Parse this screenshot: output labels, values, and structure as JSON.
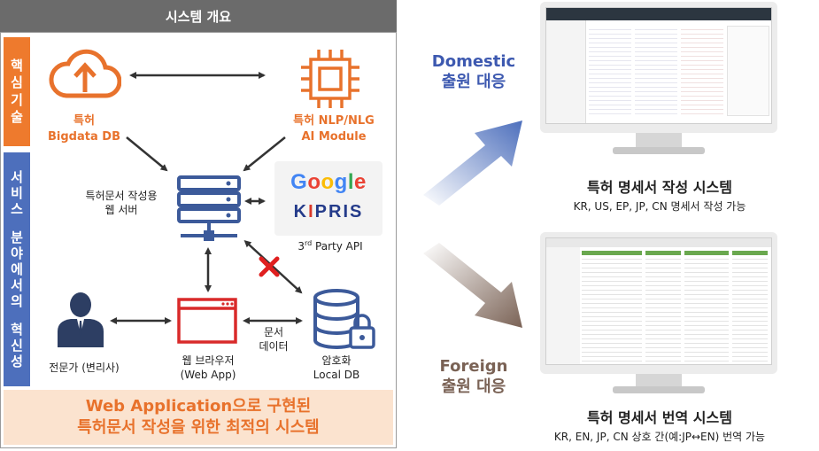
{
  "header": {
    "title": "시스템 개요"
  },
  "sidebar_top": {
    "chars": [
      "핵",
      "심",
      "기",
      "술"
    ]
  },
  "sidebar_bottom": {
    "chars": [
      "서",
      "비",
      "스",
      "",
      "분",
      "야",
      "에",
      "서",
      "의",
      "",
      "혁",
      "신",
      "성"
    ]
  },
  "nodes": {
    "bigdata": {
      "line1": "특허",
      "line2": "Bigdata DB"
    },
    "ai_module": {
      "line1": "특허 NLP/NLG",
      "line2": "AI Module"
    },
    "web_server": {
      "line1": "특허문서 작성용",
      "line2": "웹 서버"
    },
    "third_party": {
      "logo1": "Google",
      "logo2": "KIPRIS",
      "label_sup": "rd",
      "label_pre": "3",
      "label_post": " Party API"
    },
    "expert": {
      "label": "전문가 (변리사)"
    },
    "browser": {
      "line1": "웹 브라우저",
      "line2": "(Web App)"
    },
    "doc_data": {
      "line1": "문서",
      "line2": "데이터"
    },
    "local_db": {
      "line1": "암호화",
      "line2": "Local DB"
    }
  },
  "bottom_band": {
    "line1": "Web Application으로 구현된",
    "line2": "특허문서 작성을 위한 최적의 시스템"
  },
  "domestic": {
    "line1": "Domestic",
    "line2": "출원 대응"
  },
  "foreign": {
    "line1": "Foreign",
    "line2": "출원 대응"
  },
  "right_top": {
    "title": "특허 명세서 작성 시스템",
    "subtitle": "KR, US, EP, JP, CN 명세서 작성 가능"
  },
  "right_bottom": {
    "title": "특허 명세서 번역 시스템",
    "subtitle": "KR, EN, JP, CN 상호 간(예:JP↔EN) 번역 가능"
  },
  "colors": {
    "orange": "#e8722c",
    "blue": "#4d6fbc",
    "brown": "#7a6255",
    "gray_bar": "#6b6b6b"
  }
}
